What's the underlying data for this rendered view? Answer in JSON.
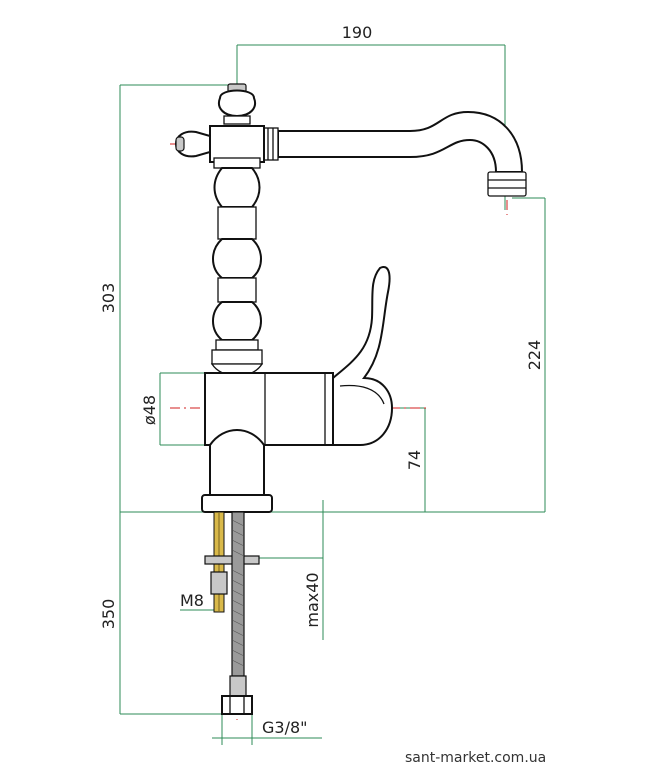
{
  "dimensions": {
    "spout_reach": "190",
    "total_height": "303",
    "spout_height": "224",
    "body_diameter": "ø48",
    "lever_height": "74",
    "hose_length": "350",
    "max_thickness": "max40",
    "stud_thread": "M8",
    "hose_thread": "G3/8\""
  },
  "watermark": "sant-market.com.ua",
  "colors": {
    "dimension_lines": "#2e8b57",
    "center_lines": "#d21f1f",
    "outline": "#111111"
  }
}
